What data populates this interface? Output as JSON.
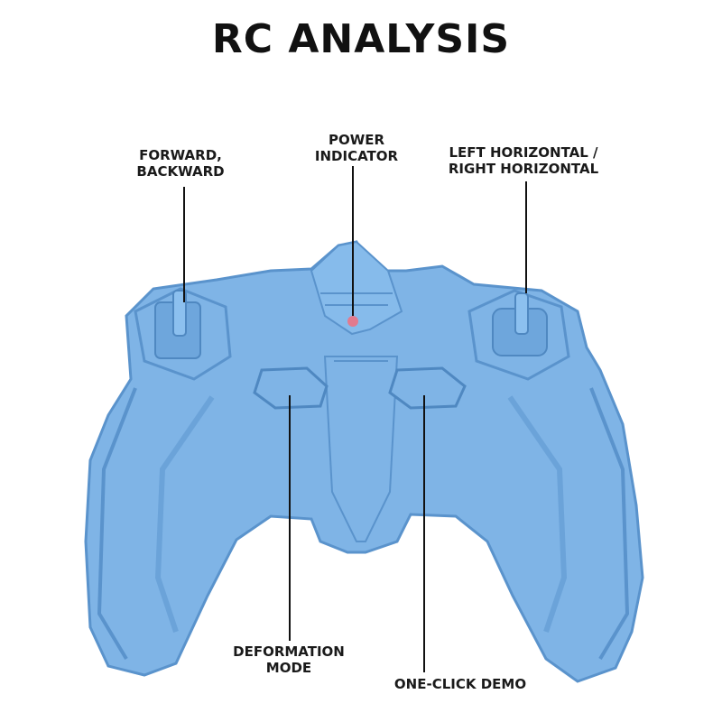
{
  "title": "RC ANALYSIS",
  "labels": {
    "forward_backward": "FORWARD,\nBACKWARD",
    "power_indicator": "POWER\nINDICATOR",
    "left_right_horizontal": "LEFT HORIZONTAL /\nRIGHT HORIZONTAL",
    "deformation_mode": "DEFORMATION\nMODE",
    "one_click_demo": "ONE-CLICK DEMO"
  },
  "colors": {
    "controller_body": "#7fb4e6",
    "controller_shadow": "#5a93cc",
    "indicator_led": "#e27a8e"
  }
}
